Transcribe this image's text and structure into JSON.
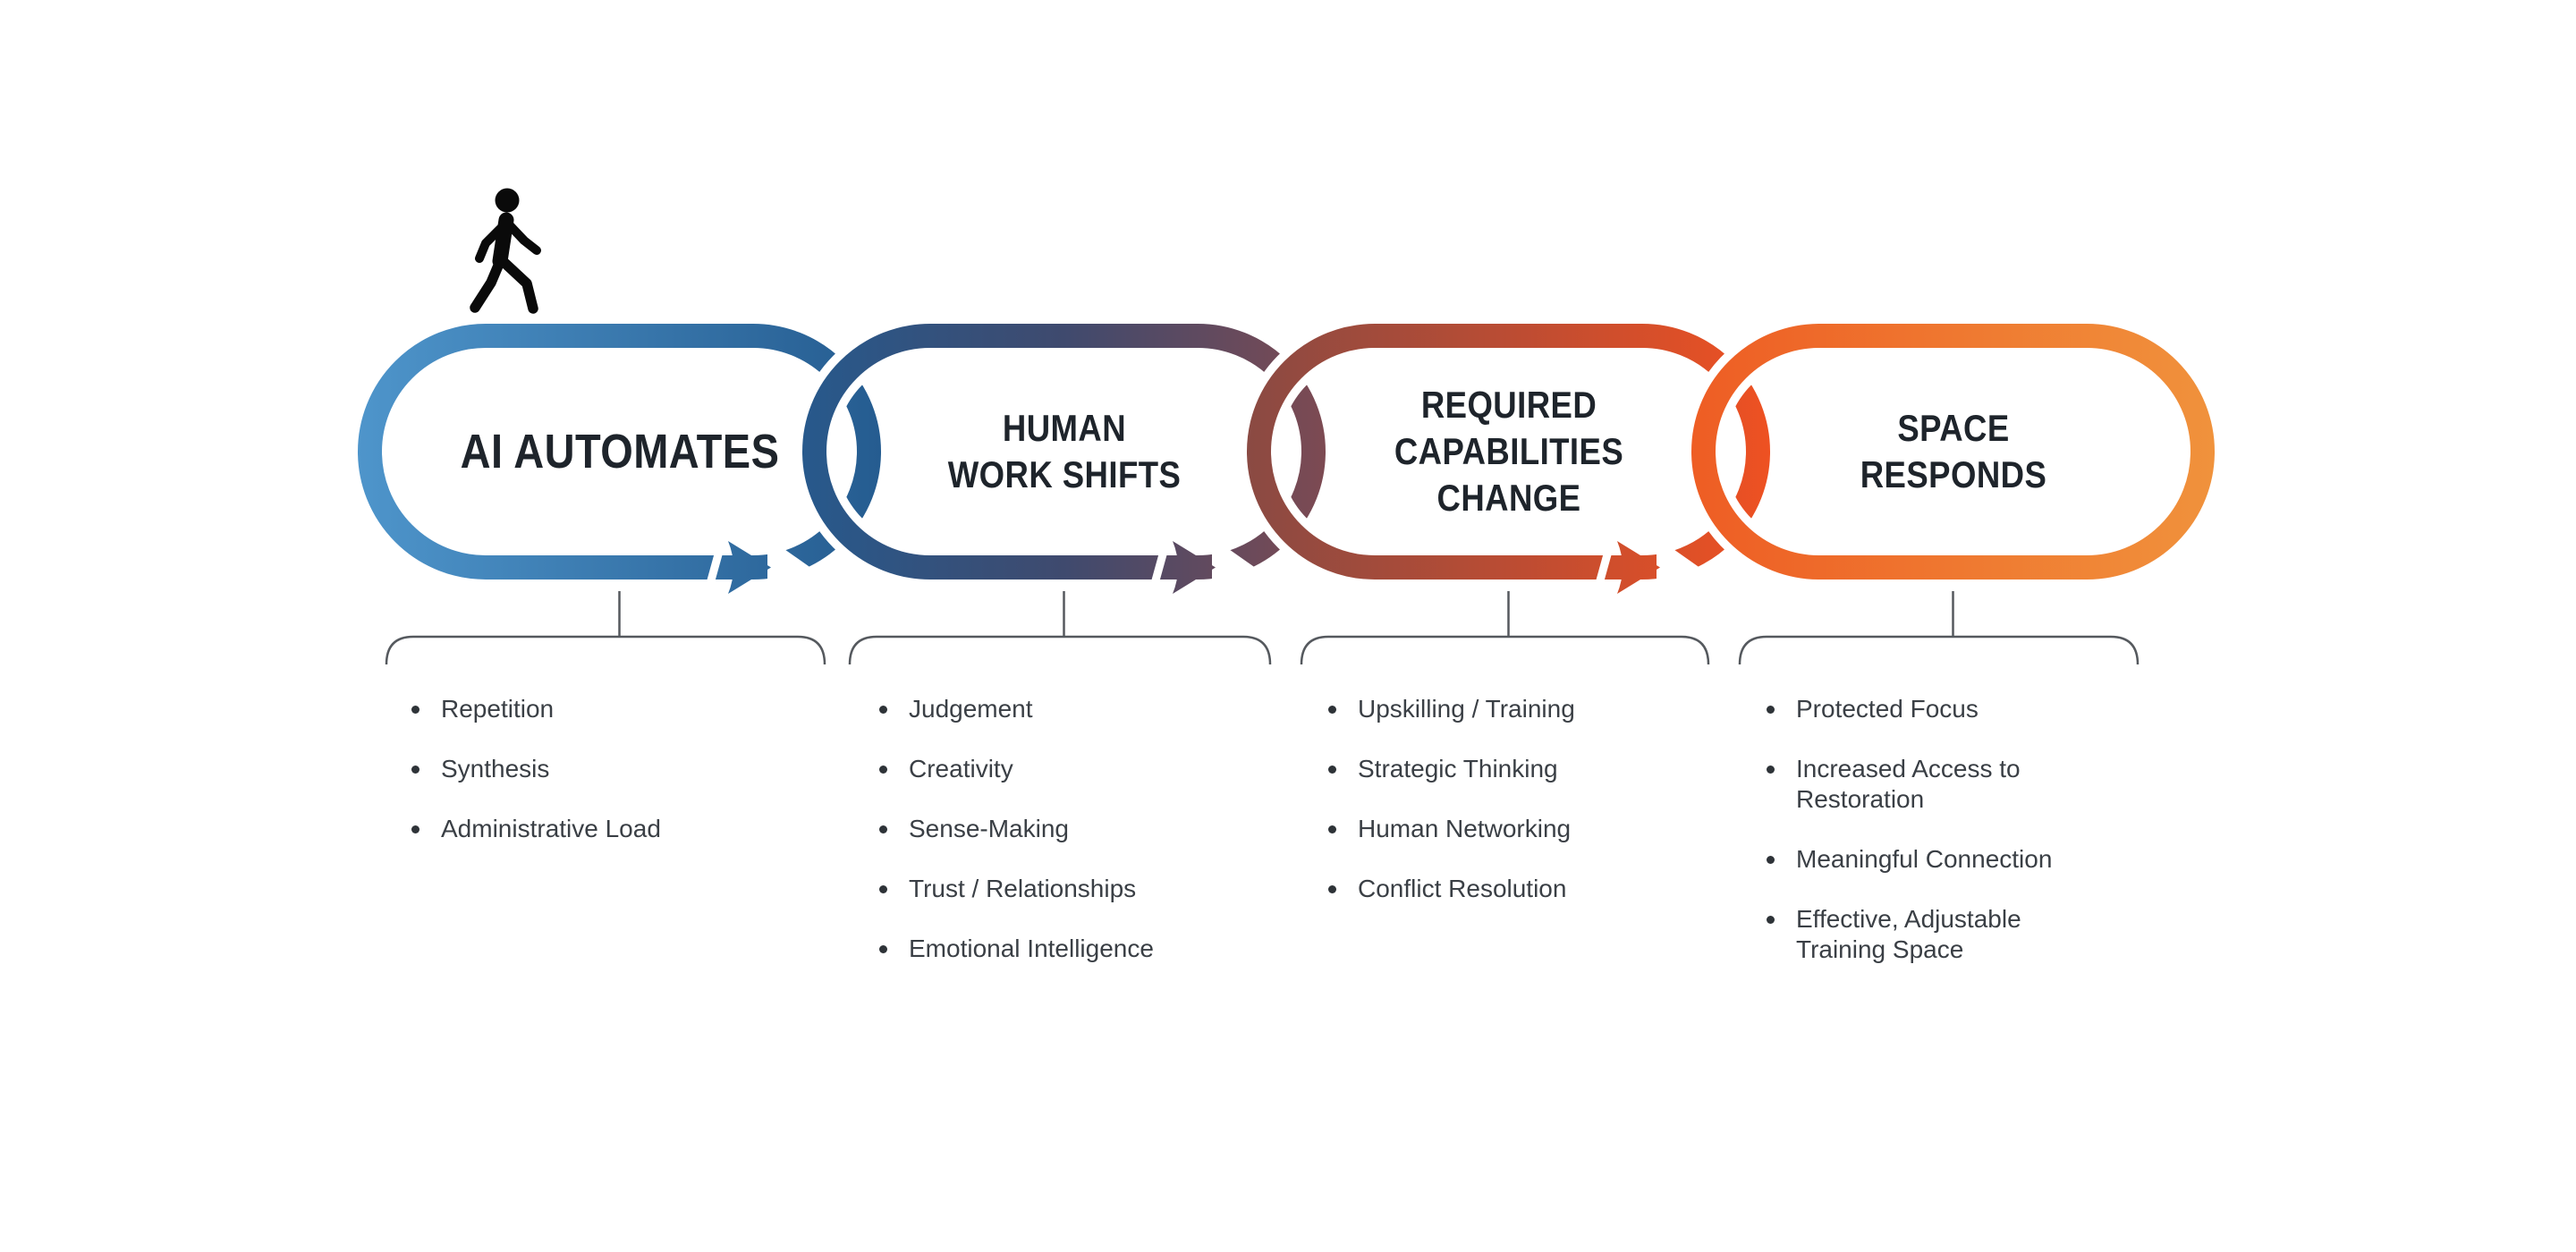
{
  "diagram": {
    "type": "process-chain",
    "description": "Four interlocked chain-link capsules with arrows, walking person icon above first link, bracketed bullet lists below each link",
    "icon": "walking-person-icon",
    "colors": {
      "background": "#ffffff",
      "title_text": "#1e242b",
      "bullet_text": "#3a3f45",
      "bracket": "#55595e",
      "person_icon": "#0a0a0a",
      "stage1_gradient": [
        "#4e95cb",
        "#255c90"
      ],
      "stage2_gradient": [
        "#27598c",
        "#3f4a6e",
        "#7d4a52"
      ],
      "stage3_gradient": [
        "#8a4a43",
        "#bb4c33",
        "#ee5122"
      ],
      "stage4_gradient": [
        "#ee5d24",
        "#f0923c"
      ]
    },
    "stages": [
      {
        "title_lines": [
          "AI AUTOMATES"
        ],
        "bullets": [
          "Repetition",
          "Synthesis",
          "Administrative Load"
        ]
      },
      {
        "title_lines": [
          "HUMAN",
          "WORK SHIFTS"
        ],
        "bullets": [
          "Judgement",
          "Creativity",
          "Sense-Making",
          "Trust / Relationships",
          "Emotional Intelligence"
        ]
      },
      {
        "title_lines": [
          "REQUIRED",
          "CAPABILITIES",
          "CHANGE"
        ],
        "bullets": [
          "Upskilling / Training",
          "Strategic Thinking",
          "Human Networking",
          "Conflict Resolution"
        ]
      },
      {
        "title_lines": [
          "SPACE",
          "RESPONDS"
        ],
        "bullets": [
          "Protected Focus",
          "Increased Access to Restoration",
          "Meaningful Connection",
          "Effective, Adjustable Training Space"
        ]
      }
    ]
  }
}
